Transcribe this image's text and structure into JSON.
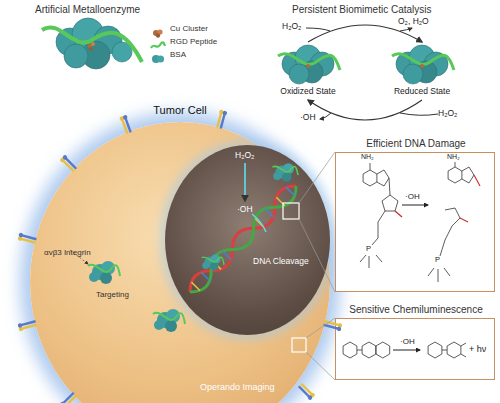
{
  "diagram": {
    "nodes": [
      {
        "text": [
          "Oxidized State"
        ]
      },
      {
        "text": [
          "Reduced State"
        ]
      },
      {
        "text": [
          "Tumor Cell"
        ]
      },
      {
        "text": [
          "H₂O₂",
          "·OH",
          "DNA Cleavage"
        ],
        "in": 2
      },
      {
        "text": [
          "Efficient DNA Damage"
        ]
      },
      {
        "text": [
          "Sensitive Chemiluminescence"
        ]
      }
    ],
    "edges": [
      {
        "from": 0,
        "to": 1,
        "arrow": "to"
      },
      {
        "from": 1,
        "to": 0,
        "arrow": "to"
      }
    ],
    "labels": [
      "Artificial Metalloenzyme",
      "Persistent Biomimetic Catalysis",
      "H₂O₂",
      "O₂, H₂O",
      "·OH",
      "H₂O₂",
      "αvβ3 Integrin",
      "Targeting",
      "Operando Imaging",
      "NH₂",
      "·OH",
      "NH₂",
      "P",
      "P",
      "·OH",
      "+ hν"
    ],
    "legend": [
      {
        "text": "Cu Cluster"
      },
      {
        "text": "RGD Peptide"
      },
      {
        "text": "BSA"
      }
    ]
  }
}
